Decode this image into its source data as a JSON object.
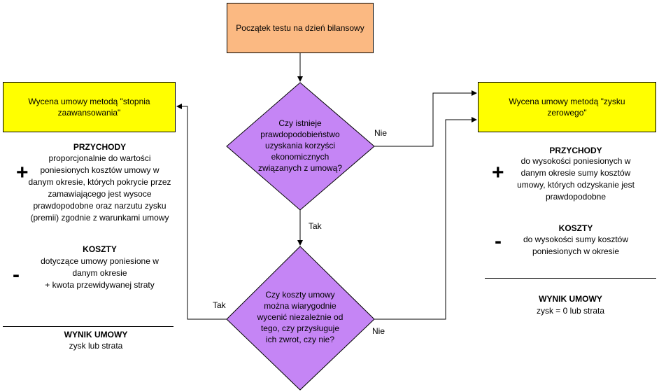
{
  "start": "Początek testu na dzień bilansowy",
  "decision1": "Czy istnieje prawdopodobieństwo uzyskania korzyści ekonomicznych związanych z umową?",
  "decision2": "Czy koszty umowy można wiarygodnie wycenić niezależnie od tego, czy przysługuje ich zwrot, czy nie?",
  "edge_labels": {
    "d1_no": "Nie",
    "d1_yes": "Tak",
    "d2_yes": "Tak",
    "d2_no": "Nie"
  },
  "left": {
    "method": "Wycena umowy metodą \"stopnia zaawansowania\"",
    "revenue_title": "PRZYCHODY",
    "revenue_text": "proporcjonalnie do wartości poniesionych kosztów umowy w danym okresie, których pokrycie przez zamawiającego jest wysoce prawdopodobne oraz narzutu zysku (premii) zgodnie z warunkami umowy",
    "plus": "+",
    "cost_title": "KOSZTY",
    "cost_text": "dotyczące umowy poniesione w danym okresie\n+ kwota przewidywanej straty",
    "minus": "-",
    "result_title": "WYNIK UMOWY",
    "result_text": "zysk lub strata"
  },
  "right": {
    "method": "Wycena umowy metodą \"zysku zerowego\"",
    "revenue_title": "PRZYCHODY",
    "revenue_text": "do wysokości poniesionych w danym okresie sumy kosztów umowy, których odzyskanie jest prawdopodobne",
    "plus": "+",
    "cost_title": "KOSZTY",
    "cost_text": "do wysokości sumy kosztów poniesionych w okresie",
    "minus": "-",
    "result_title": "WYNIK UMOWY",
    "result_text": "zysk = 0 lub strata"
  },
  "colors": {
    "start_fill": "#fbb982",
    "method_fill": "#ffff00",
    "decision_fill": "#c585f5"
  }
}
